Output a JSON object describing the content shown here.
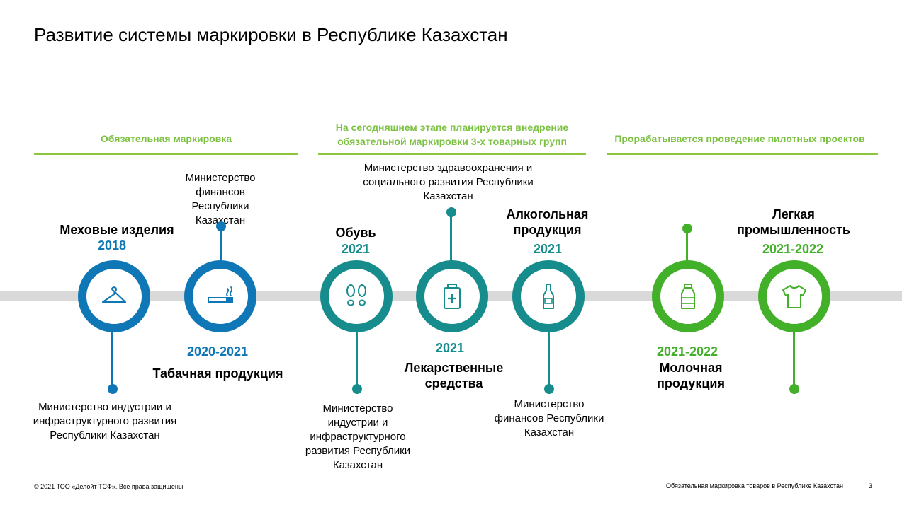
{
  "title": "Развитие системы маркировки в Республике Казахстан",
  "sections": {
    "mandatory": "Обязательная маркировка",
    "planned": "На сегодняшнем этапе планируется внедрение обязательной маркировки 3-х товарных групп",
    "pilot": "Прорабатывается проведение пилотных проектов"
  },
  "colors": {
    "blue": "#0f77b5",
    "teal": "#168c8c",
    "green": "#43b02a",
    "section": "#7cc242"
  },
  "items": {
    "fur": {
      "icon": "hanger-icon",
      "label": "Меховые изделия",
      "year": "2018",
      "ministry": "Министерство индустрии и инфраструктурного развития Республики Казахстан"
    },
    "tobacco": {
      "icon": "cigarette-icon",
      "label": "Табачная продукция",
      "year": "2020-2021",
      "ministry": "Министерство финансов Республики Казахстан"
    },
    "shoes": {
      "icon": "footprints-icon",
      "label": "Обувь",
      "year": "2021",
      "ministry": "Министерство индустрии и инфраструктурного развития Республики Казахстан"
    },
    "medicine": {
      "icon": "medicine-jar-icon",
      "label": "Лекарственные средства",
      "year": "2021",
      "ministry": "Министерство здравоохранения и социального развития Республики Казахстан"
    },
    "alcohol": {
      "icon": "bottle-icon",
      "label": "Алкогольная продукция",
      "year": "2021",
      "ministry": "Министерство финансов Республики Казахстан"
    },
    "dairy": {
      "icon": "milk-bottle-icon",
      "label": "Молочная продукция",
      "year": "2021-2022"
    },
    "light_industry": {
      "icon": "tshirt-icon",
      "label": "Легкая промышленность",
      "year": "2021-2022"
    }
  },
  "footer": {
    "copyright": "© 2021 ТОО «Делойт ТСФ». Все права защищены.",
    "doc_title": "Обязательная маркировка  товаров в Республике Казахстан",
    "page": "3"
  }
}
